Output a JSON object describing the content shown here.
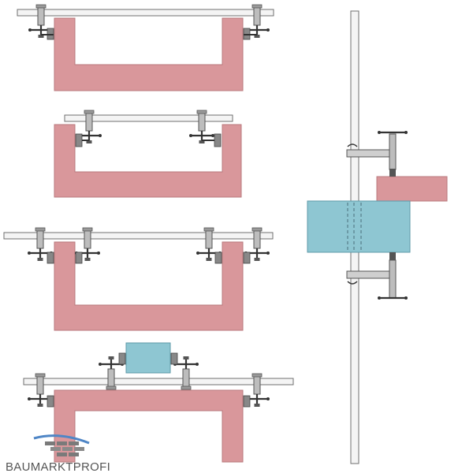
{
  "brand": {
    "name": "BAUMARKTPROFI",
    "logo_colors": {
      "roof": "#4f86c6",
      "bricks": "#7a7a7a",
      "text": "#555555"
    }
  },
  "colors": {
    "workpiece_pink": "#d9979b",
    "block_blue": "#8ec6d2",
    "bar_fill": "#f4f4f4",
    "steel_outline": "#6f6f6f",
    "clamp_dark": "#3a3a3a"
  },
  "panels": [
    "u-shape-clamped-outside",
    "u-shape-clamped-inside",
    "u-shape-four-clamps",
    "inverted-u-with-block",
    "vertical-bar-assembly"
  ]
}
